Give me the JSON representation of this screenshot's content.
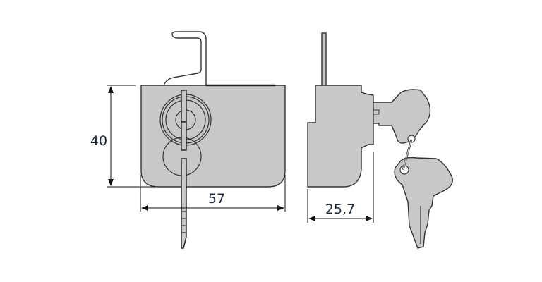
{
  "dimensions": {
    "height": "40",
    "width": "57",
    "depth": "25,7"
  },
  "colors": {
    "part": "#c8c8c8",
    "outline": "#333333",
    "text": "#1b2a3a"
  }
}
